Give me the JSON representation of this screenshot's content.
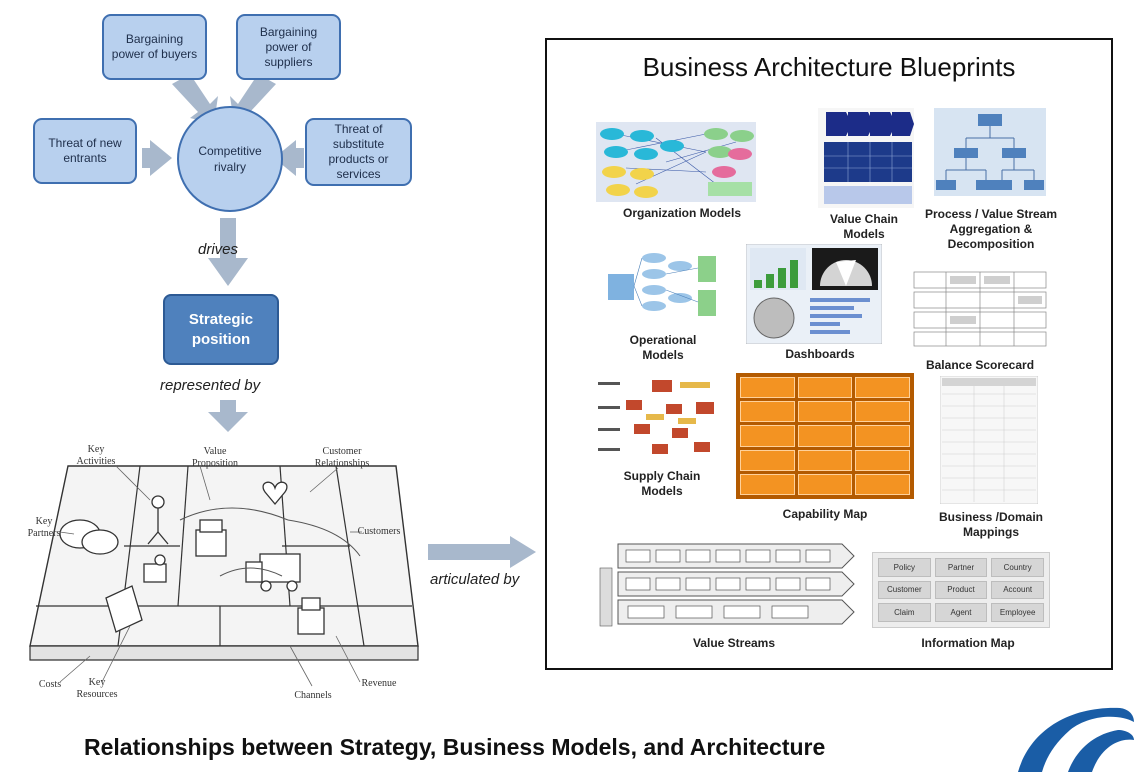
{
  "forces": {
    "buyers": "Bargaining power of buyers",
    "suppliers": "Bargaining power of suppliers",
    "new_entrants": "Threat of new entrants",
    "substitutes": "Threat of substitute products or services",
    "rivalry": "Competitive rivalry"
  },
  "flow": {
    "drives": "drives",
    "strategic_position": "Strategic position",
    "represented_by": "represented by",
    "articulated_by": "articulated by"
  },
  "canvas": {
    "key_activities": "Key Activities",
    "value_proposition": "Value Proposition",
    "customer_relationships": "Customer Relationships",
    "key_partners": "Key Partners",
    "customers": "Customers",
    "costs": "Costs",
    "key_resources": "Key Resources",
    "channels": "Channels",
    "revenue": "Revenue"
  },
  "blueprints": {
    "title": "Business Architecture Blueprints",
    "organization_models": "Organization Models",
    "value_chain_models": "Value Chain Models",
    "process_value_stream": "Process / Value Stream Aggregation & Decomposition",
    "operational_models": "Operational Models",
    "dashboards": "Dashboards",
    "balance_scorecard": "Balance Scorecard",
    "supply_chain_models": "Supply Chain Models",
    "capability_map": "Capability Map",
    "business_domain_mappings": "Business /Domain Mappings",
    "value_streams": "Value Streams",
    "information_map": "Information Map",
    "info_map_cells": [
      "Policy",
      "Partner",
      "Country",
      "Customer",
      "Product",
      "Account",
      "Claim",
      "Agent",
      "Employee"
    ]
  },
  "caption": "Relationships between Strategy, Business Models, and Architecture"
}
